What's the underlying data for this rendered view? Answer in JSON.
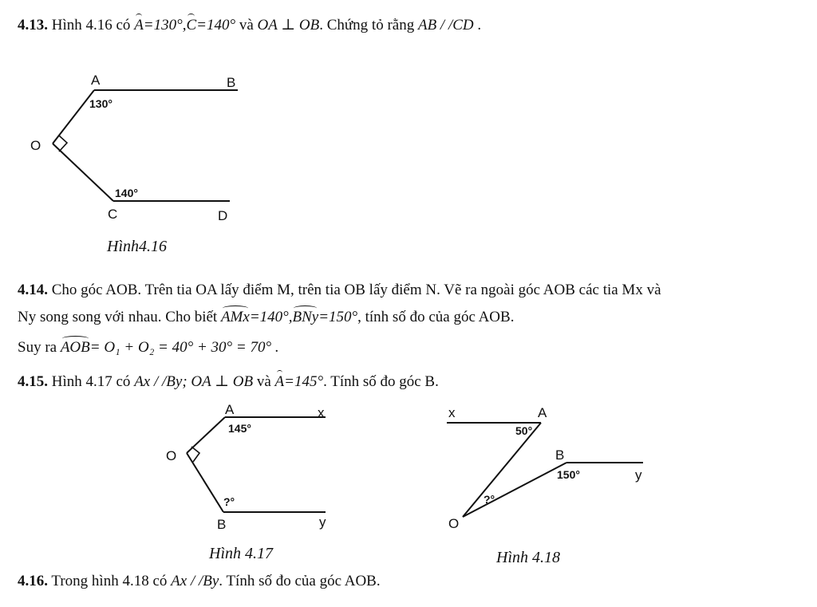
{
  "problems": {
    "p413": {
      "number": "4.13.",
      "text_a": "Hình 4.16 có",
      "angle_a": "A",
      "eq_a": "=130°,",
      "angle_c": "C",
      "eq_c": "=140°",
      "text_b": "và",
      "perp": "OA ⊥ OB",
      "text_c": ". Chứng tỏ rằng",
      "parallel": "AB / /CD",
      "end": "."
    },
    "p414": {
      "number": "4.14.",
      "line1": "Cho góc AOB. Trên tia OA lấy điểm M, trên tia OB lấy điểm N. Vẽ ra ngoài góc AOB các tia Mx và",
      "line2_a": "Ny song song với nhau. Cho biết",
      "amx": "AMx",
      "eq1": "=140°,",
      "bny": "BNy",
      "eq2": "=150°",
      "line2_b": ", tính số đo của góc AOB.",
      "line3_a": "Suy ra",
      "aob": "AOB",
      "line3_b": "= O₁ + O₂ = 40° + 30° = 70° ."
    },
    "p415": {
      "number": "4.15.",
      "text_a": "Hình 4.17 có",
      "rel": "Ax / /By; OA ⊥ OB",
      "text_b": "và",
      "angle_a": "A",
      "eq_a": "=145°",
      "text_c": ". Tính số đo góc B."
    },
    "p416": {
      "number": "4.16.",
      "text_a": "Trong hình 4.18 có",
      "rel": "Ax / /By",
      "text_b": ". Tính số đo của góc AOB."
    }
  },
  "figures": {
    "fig416": {
      "caption": "Hình4.16",
      "A": "A",
      "B": "B",
      "O": "O",
      "C": "C",
      "D": "D",
      "angle_top": "130°",
      "angle_bottom": "140°"
    },
    "fig417": {
      "caption": "Hình 4.17",
      "A": "A",
      "x": "x",
      "O": "O",
      "B": "B",
      "y": "y",
      "angle_top": "145°",
      "angle_bottom": "?°"
    },
    "fig418": {
      "caption": "Hình 4.18",
      "x": "x",
      "A": "A",
      "B": "B",
      "y": "y",
      "O": "O",
      "angle_a": "50°",
      "angle_b": "150°",
      "angle_o": "?°"
    }
  }
}
